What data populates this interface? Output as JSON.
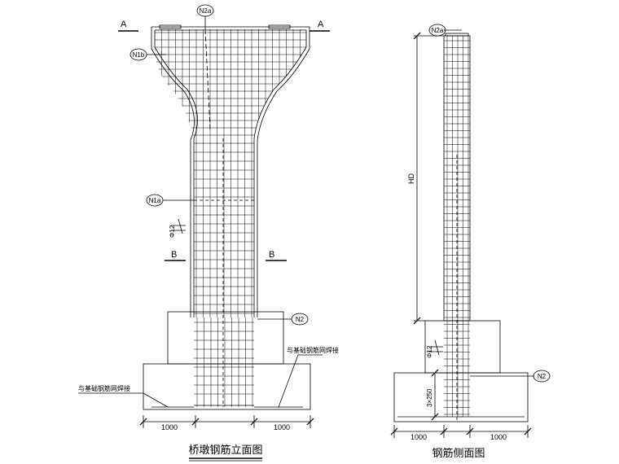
{
  "front_view": {
    "caption": "桥墩钢筋立面图",
    "section_a_left": "A",
    "section_a_right": "A",
    "section_b_left": "B",
    "section_b_right": "B",
    "tag_n2a": "N2a",
    "tag_n1b": "N1b",
    "tag_n1a": "N1a",
    "tag_n2": "N2",
    "bar_spacing": "Φ12",
    "weld_note_right": "与基础钢筋网焊接",
    "weld_note_left": "与基础钢筋网焊接",
    "dim_left": "1000",
    "dim_right": "1000"
  },
  "side_view": {
    "caption": "钢筋侧面图",
    "tag_n2a": "N2a",
    "tag_n2": "N2",
    "height_label": "HD",
    "bar_spacing": "Φ12",
    "spacing_dim": "3×250",
    "dim_left": "1000",
    "dim_right": "1000"
  },
  "colors": {
    "line": "#000000",
    "background": "#ffffff"
  }
}
